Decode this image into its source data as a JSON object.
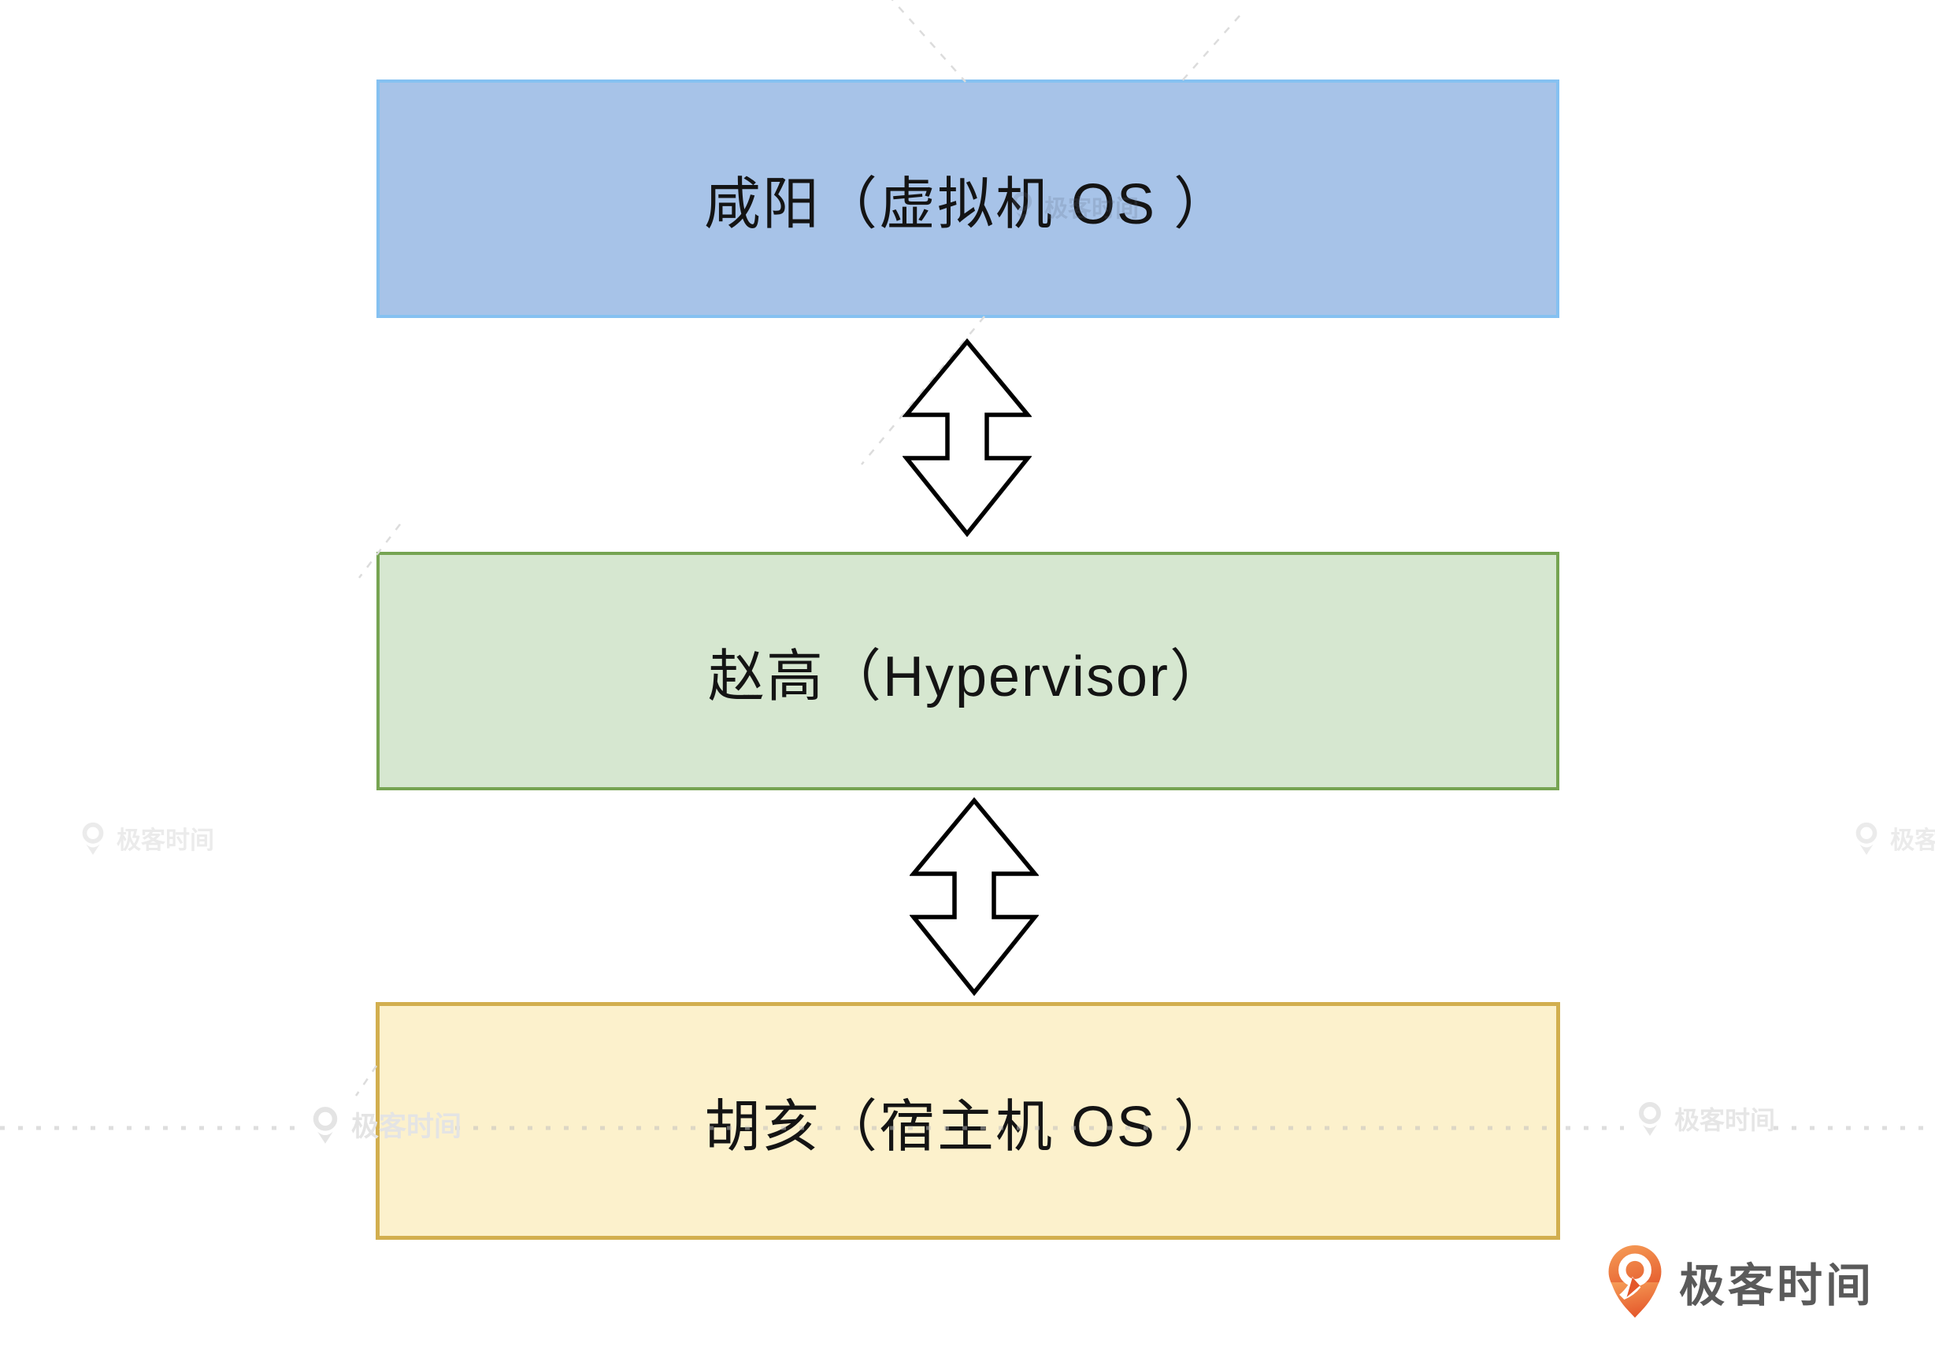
{
  "diagram": {
    "title_hint": "虚拟化层级示意图",
    "boxes": [
      {
        "id": "vm-os",
        "label": "咸阳（虚拟机 OS ）",
        "fill": "#A7C3E8",
        "border": "#85C1F1"
      },
      {
        "id": "hypervisor",
        "label": "赵高（Hypervisor）",
        "fill": "#D6E7D0",
        "border": "#76A452"
      },
      {
        "id": "host-os",
        "label": "胡亥（宿主机 OS ）",
        "fill": "#FCF1CC",
        "border": "#D2AF4F"
      }
    ],
    "connectors": [
      {
        "type": "double-headed-vertical-arrow",
        "between": [
          "vm-os",
          "hypervisor"
        ]
      },
      {
        "type": "double-headed-vertical-arrow",
        "between": [
          "hypervisor",
          "host-os"
        ]
      }
    ],
    "arrow_style": {
      "fill": "#ffffff",
      "stroke": "#000000"
    }
  },
  "watermark": {
    "text": "极客时间"
  },
  "brand": {
    "logo_text": "极客时间",
    "accent_color": "#EE7C3E",
    "accent_dark": "#E4572B",
    "text_color": "#5a5a5a"
  }
}
